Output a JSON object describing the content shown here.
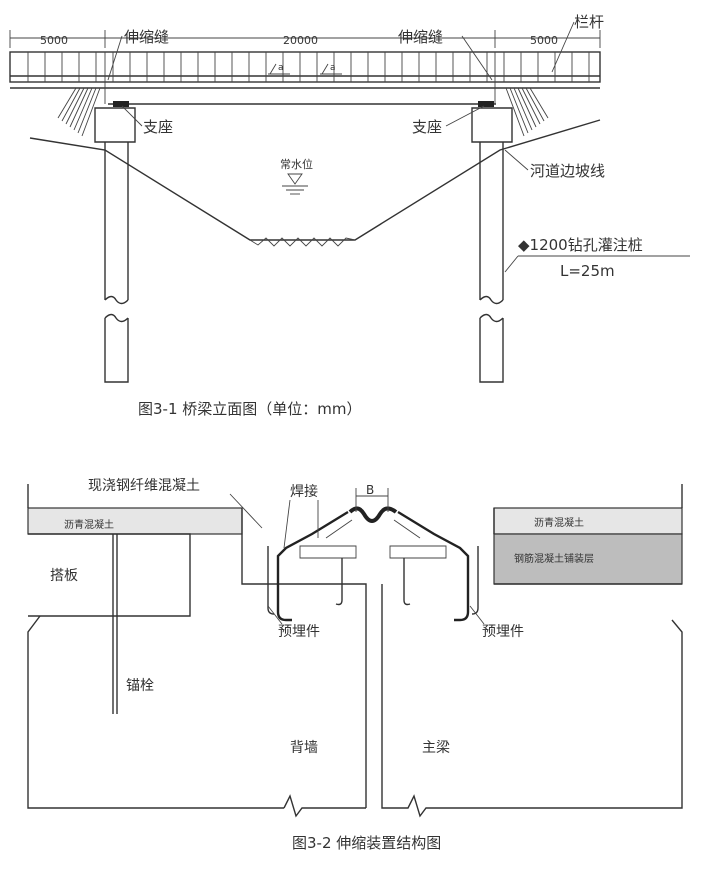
{
  "figure1": {
    "caption": "图3-1  桥梁立面图（单位：mm）",
    "dim_left": "5000",
    "dim_mid": "20000",
    "dim_right": "5000",
    "label_joint_left": "伸缩缝",
    "label_joint_right": "伸缩缝",
    "label_railing": "栏杆",
    "label_bearing_left": "支座",
    "label_bearing_right": "支座",
    "label_water_level": "常水位",
    "label_slope_line": "河道边坡线",
    "label_pile": "◆1200钻孔灌注桩",
    "label_pile_length": "L=25m",
    "label_a1": "a",
    "label_a2": "a"
  },
  "figure2": {
    "caption": "图3-2  伸缩装置结构图",
    "label_concrete": "现浇钢纤维混凝土",
    "label_weld": "焊接",
    "label_gap": "B",
    "label_asphalt_left": "沥青混凝土",
    "label_asphalt_right": "沥青混凝土",
    "label_deck_layer": "钢筋混凝土铺装层",
    "label_slab": "搭板",
    "label_embed_left": "预埋件",
    "label_embed_right": "预埋件",
    "label_anchor": "锚栓",
    "label_backwall": "背墙",
    "label_girder": "主梁"
  },
  "colors": {
    "line": "#333333",
    "asphalt_fill": "#e6e6e6",
    "deck_layer_fill": "#bdbdbd",
    "joint_fill": "#222222"
  }
}
